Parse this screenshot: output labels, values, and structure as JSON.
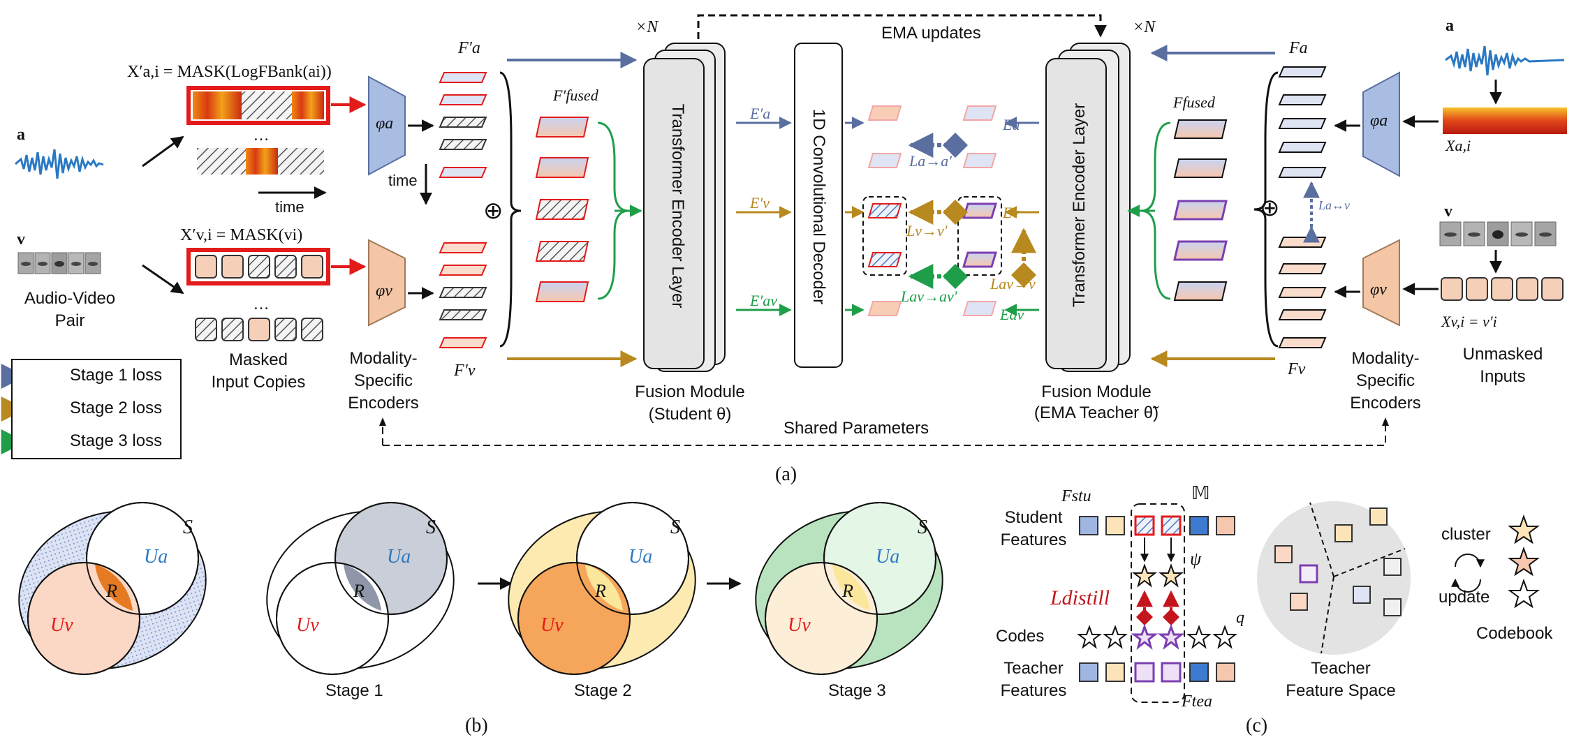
{
  "colors": {
    "stage1": "#5a6fa0",
    "stage2": "#b8891e",
    "stage3": "#1f9e4a",
    "audio_wave": "#2a78c2",
    "video_feat": "#f5cfb8",
    "audio_feat": "#cfd6ee",
    "mask_red": "#e41b1b",
    "teacher_purple": "#7b3fb0",
    "distill_red": "#c4151c"
  },
  "panel_a": {
    "caption": "(a)",
    "input_a_left": "a",
    "input_v_left": "v",
    "masked_a_formula": "X′a,i = MASK(LogFBank(ai))",
    "masked_v_formula": "X′v,i = MASK(vi)",
    "pair_label_1": "Audio-Video",
    "pair_label_2": "Pair",
    "ellipsis_a": "…",
    "ellipsis_v": "…",
    "time_h": "time",
    "time_v": "time",
    "masked_copies_1": "Masked",
    "masked_copies_2": "Input Copies",
    "enc_a_student": "φa",
    "enc_v_student": "φv",
    "enc_label_left_1": "Modality-",
    "enc_label_left_2": "Specific",
    "enc_label_left_3": "Encoders",
    "feat_fa_prime": "F′a",
    "feat_fv_prime": "F′v",
    "feat_fused_prime": "F′fused",
    "oplus_left": "⊕",
    "times_n_left": "×N",
    "student_layer": "Transformer Encoder Layer",
    "student_name_1": "Fusion Module",
    "student_name_2": "(Student θ)",
    "e_a_prime": "E′a",
    "e_v_prime": "E′v",
    "e_av_prime": "E′av",
    "decoder": "1D Convolutional Decoder",
    "ema_updates": "EMA updates",
    "times_n_right": "×N",
    "teacher_layer": "Transformer Encoder Layer",
    "teacher_name_1": "Fusion Module",
    "teacher_name_2": "(EMA Teacher θ̃)",
    "e_a": "Ea",
    "e_v": "Ev",
    "e_av": "Eav",
    "loss_a": "La→a′",
    "loss_v": "Lv→v′",
    "loss_av_v": "Lav→v",
    "loss_av": "Lav→av′",
    "loss_a_v": "La↔v",
    "feat_fa": "Fa",
    "feat_fv": "Fv",
    "feat_fused": "Ffused",
    "oplus_right": "⊕",
    "enc_a_teacher": "φa",
    "enc_v_teacher": "φv",
    "input_a_right": "a",
    "input_v_right": "v",
    "x_a_right": "Xa,i",
    "x_v_right": "Xv,i = v′i",
    "enc_label_right_1": "Modality-",
    "enc_label_right_2": "Specific",
    "enc_label_right_3": "Encoders",
    "unmasked_1": "Unmasked",
    "unmasked_2": "Inputs",
    "shared_params": "Shared Parameters"
  },
  "legend": [
    {
      "label": "Stage 1 loss",
      "color": "#5a6fa0"
    },
    {
      "label": "Stage 2 loss",
      "color": "#b8891e"
    },
    {
      "label": "Stage 3 loss",
      "color": "#1f9e4a"
    }
  ],
  "panel_b": {
    "caption": "(b)",
    "s": "S",
    "ua": "Ua",
    "uv": "Uv",
    "r": "R",
    "stage1": "Stage 1",
    "stage2": "Stage 2",
    "stage3": "Stage 3"
  },
  "panel_c": {
    "caption": "(c)",
    "f_stu": "Fstu",
    "m": "𝕄",
    "psi": "ψ",
    "q": "q",
    "student_1": "Student",
    "student_2": "Features",
    "distill": "Ldistill",
    "codes": "Codes",
    "teacher_1": "Teacher",
    "teacher_2": "Features",
    "f_tea": "Ftea",
    "space_1": "Teacher",
    "space_2": "Feature Space",
    "cluster": "cluster",
    "update": "update",
    "codebook": "Codebook"
  }
}
